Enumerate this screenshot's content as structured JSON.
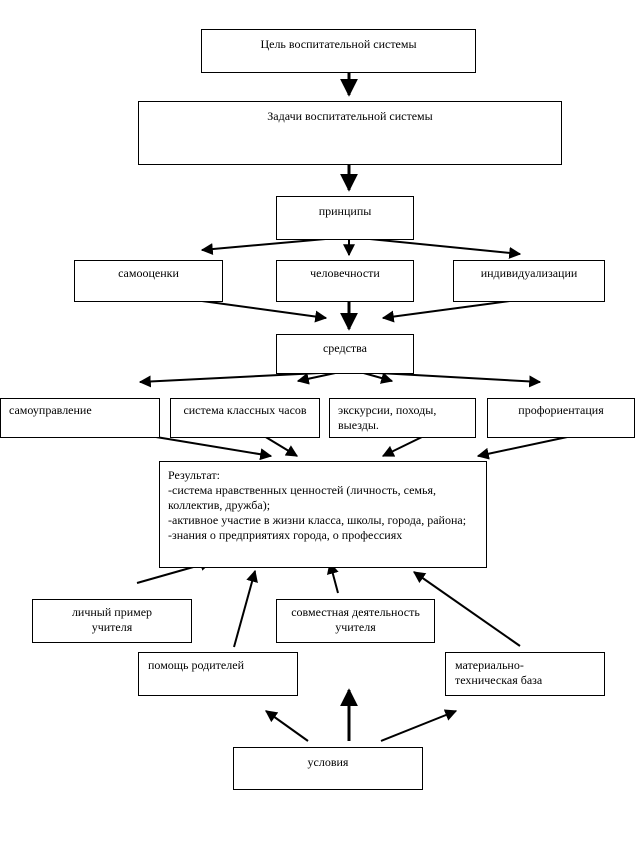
{
  "goal": "Цель воспитательной системы",
  "tasks": "Задачи воспитательной системы",
  "principles": {
    "title": "принципы",
    "items": [
      "самооценки",
      "человечности",
      "индивидуализации"
    ]
  },
  "means": {
    "title": "средства",
    "items": [
      "самоуправление",
      "система классных часов",
      "экскурсии, походы, выезды.",
      "профориентация"
    ]
  },
  "result": {
    "heading": "Результат:",
    "lines": [
      "-система нравственных ценностей (личность, семья, коллектив, дружба);",
      "-активное участие в жизни класса, школы, города, района;",
      "-знания о предприятиях города, о профессиях"
    ]
  },
  "factors": {
    "teacher_example": "личный пример учителя",
    "joint_activity": "совместная деятельность учителя",
    "parents_help": "помощь родителей",
    "material_base": "материально-техническая база"
  },
  "conditions": "условия"
}
